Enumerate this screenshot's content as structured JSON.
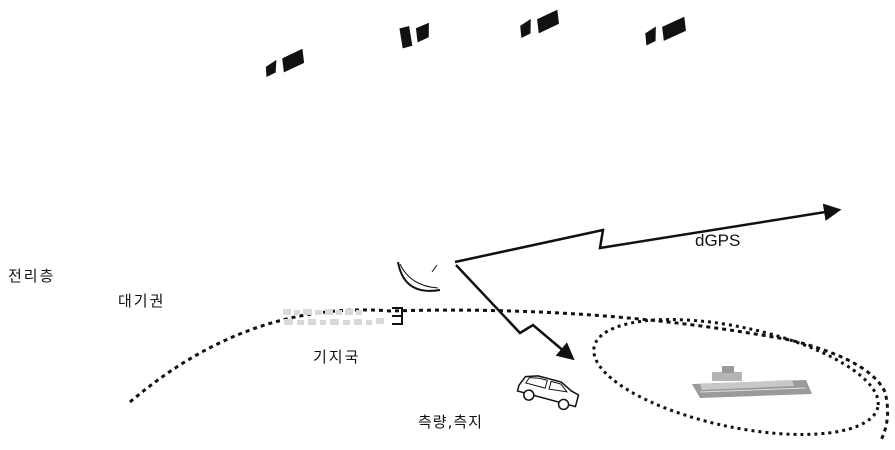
{
  "labels": {
    "ionosphere": "전리층",
    "atmosphere": "대기권",
    "base_station": "기지국",
    "survey": "측량,측지",
    "dgps": "dGPS"
  },
  "colors": {
    "ink": "#111111",
    "ship_hull": "#9a9a9a",
    "background": "#ffffff"
  },
  "icons": [
    "satellite-icon",
    "dish-antenna-icon",
    "car-icon",
    "ship-icon"
  ]
}
